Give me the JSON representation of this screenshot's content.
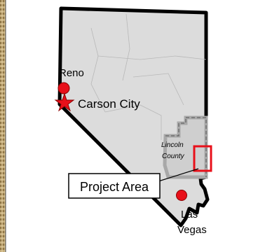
{
  "map": {
    "state_fill": "#dcdcdc",
    "state_outline": "#000000",
    "county_fill": "#bdbdbd",
    "project_area_color": "#e8101a",
    "marker_color": "#e8101a",
    "left_strip_color": "#b79d6a"
  },
  "places": {
    "reno": "Reno",
    "carson_city": "Carson City",
    "lincoln_county_line1": "Lincoln",
    "lincoln_county_line2": "County",
    "las_vegas_line1": "Las",
    "las_vegas_line2": "Vegas"
  },
  "callout": {
    "project_area": "Project Area"
  }
}
